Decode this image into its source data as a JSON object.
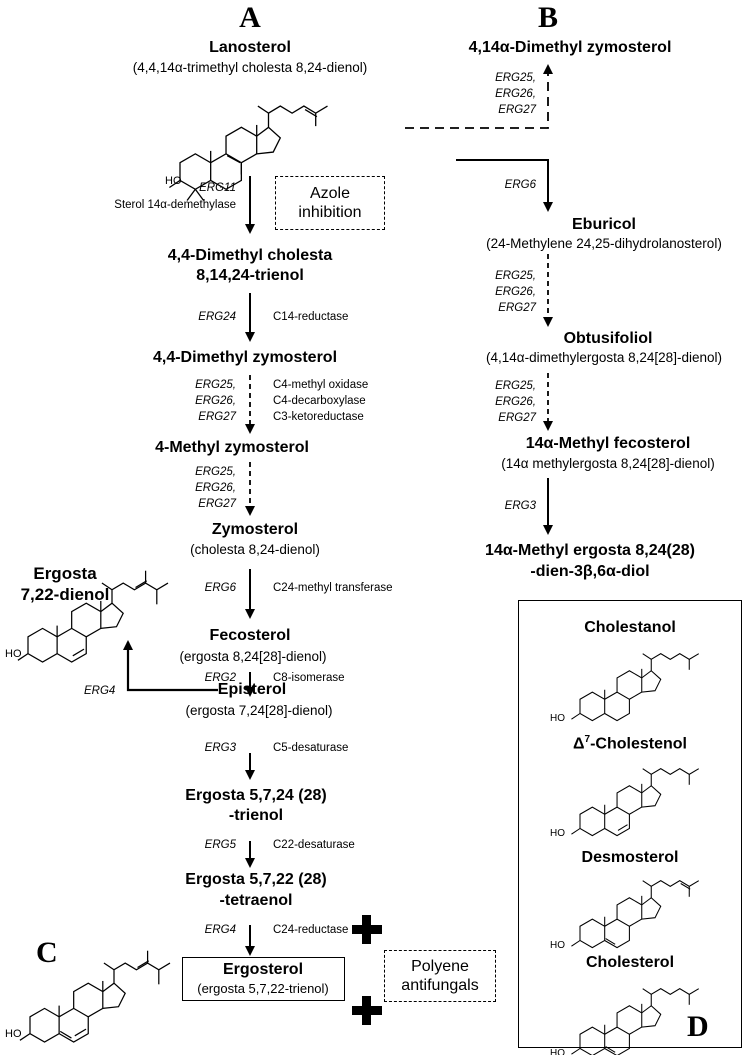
{
  "panels": {
    "A": "A",
    "B": "B",
    "C": "C",
    "D": "D"
  },
  "pathway_a": {
    "lanosterol": {
      "name": "Lanosterol",
      "sub": "(4,4,14α-trimethyl cholesta 8,24-dienol)"
    },
    "step1": {
      "gene": "ERG11",
      "enzyme": "Sterol 14α-demethylase"
    },
    "azole": {
      "line1": "Azole",
      "line2": "inhibition"
    },
    "dimethyl_cholesta": {
      "name1": "4,4-Dimethyl cholesta",
      "name2": "8,14,24-trienol"
    },
    "step2": {
      "gene": "ERG24",
      "enzyme": "C14-reductase"
    },
    "dimethyl_zymosterol": {
      "name": "4,4-Dimethyl zymosterol"
    },
    "step3": {
      "gene1": "ERG25,",
      "gene2": "ERG26,",
      "gene3": "ERG27",
      "enz1": "C4-methyl oxidase",
      "enz2": "C4-decarboxylase",
      "enz3": "C3-ketoreductase"
    },
    "methyl_zymosterol": {
      "name": "4-Methyl zymosterol"
    },
    "step4": {
      "gene1": "ERG25,",
      "gene2": "ERG26,",
      "gene3": "ERG27"
    },
    "zymosterol": {
      "name": "Zymosterol",
      "sub": "(cholesta 8,24-dienol)"
    },
    "step5": {
      "gene": "ERG6",
      "enzyme": "C24-methyl transferase"
    },
    "fecosterol": {
      "name": "Fecosterol",
      "sub": "(ergosta 8,24[28]-dienol)"
    },
    "step6": {
      "gene": "ERG2",
      "enzyme": "C8-isomerase"
    },
    "episterol": {
      "name": "Episterol",
      "sub": "(ergosta 7,24[28]-dienol)"
    },
    "step7": {
      "gene": "ERG3",
      "enzyme": "C5-desaturase"
    },
    "ergosta_trienol": {
      "name1": "Ergosta 5,7,24 (28)",
      "name2": "-trienol"
    },
    "step8": {
      "gene": "ERG5",
      "enzyme": "C22-desaturase"
    },
    "ergosta_tetraenol": {
      "name1": "Ergosta 5,7,22 (28)",
      "name2": "-tetraenol"
    },
    "step9": {
      "gene": "ERG4",
      "enzyme": "C24-reductase"
    },
    "ergosterol": {
      "name": "Ergosterol",
      "sub": "(ergosta 5,7,22-trienol)"
    },
    "polyene": {
      "line1": "Polyene",
      "line2": "antifungals"
    },
    "side_branch": {
      "gene": "ERG4",
      "name1": "Ergosta",
      "name2": "7,22-dienol"
    }
  },
  "pathway_b": {
    "dimethyl_zymosterol": {
      "name": "4,14α-Dimethyl zymosterol"
    },
    "to_dimethyl": {
      "gene1": "ERG25,",
      "gene2": "ERG26,",
      "gene3": "ERG27"
    },
    "to_eburicol": {
      "gene": "ERG6"
    },
    "eburicol": {
      "name": "Eburicol",
      "sub": "(24-Methylene 24,25-dihydrolanosterol)"
    },
    "to_obtusifoliol": {
      "gene1": "ERG25,",
      "gene2": "ERG26,",
      "gene3": "ERG27"
    },
    "obtusifoliol": {
      "name": "Obtusifoliol",
      "sub": "(4,14α-dimethylergosta 8,24[28]-dienol)"
    },
    "to_fecosterol": {
      "gene1": "ERG25,",
      "gene2": "ERG26,",
      "gene3": "ERG27"
    },
    "methyl_fecosterol": {
      "name": "14α-Methyl fecosterol",
      "sub": "(14α methylergosta 8,24[28]-dienol)"
    },
    "to_diol": {
      "gene": "ERG3"
    },
    "diol": {
      "name1": "14α-Methyl ergosta 8,24(28)",
      "name2": "-dien-3β,6α-diol"
    }
  },
  "panel_d": {
    "cholestanol": "Cholestanol",
    "cholestenol_delta": "Δ",
    "cholestenol_sup": "7",
    "cholestenol_rest": "-Cholestenol",
    "desmosterol": "Desmosterol",
    "cholesterol": "Cholesterol"
  },
  "molecule_labels": {
    "ho": "HO"
  }
}
